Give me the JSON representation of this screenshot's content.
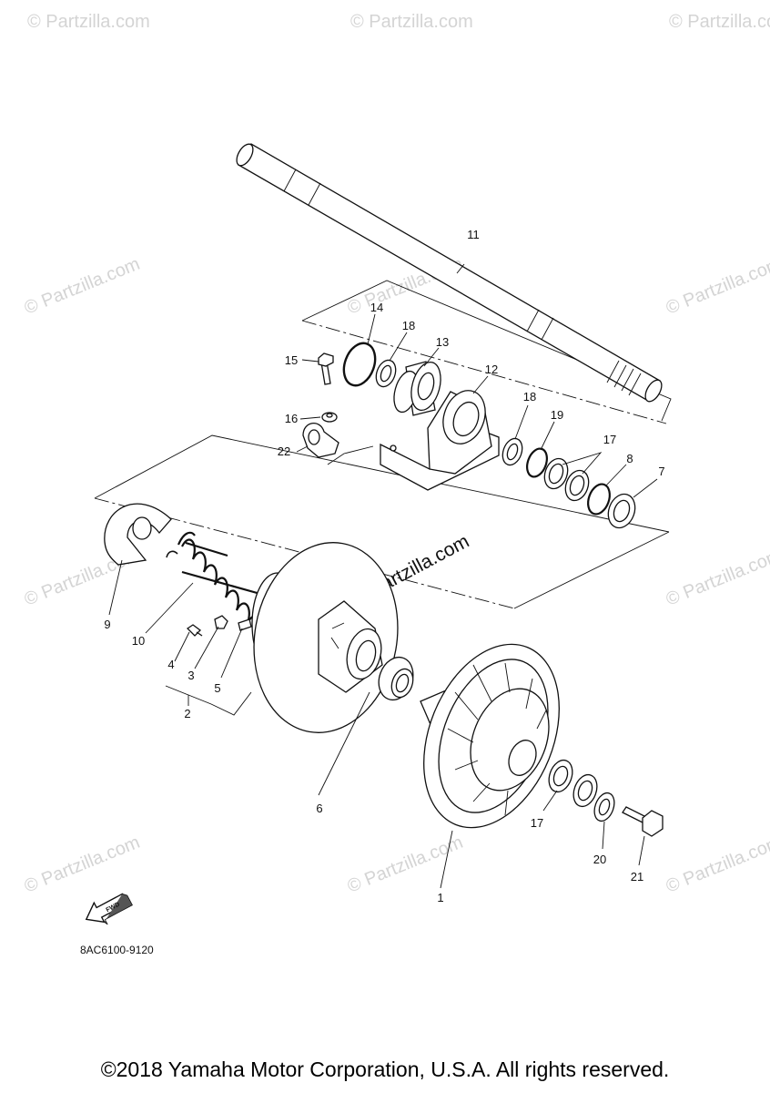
{
  "diagram": {
    "callouts": {
      "c1": "1",
      "c2": "2",
      "c3": "3",
      "c4": "4",
      "c5": "5",
      "c6": "6",
      "c7": "7",
      "c8": "8",
      "c9": "9",
      "c10": "10",
      "c11": "11",
      "c12": "12",
      "c13": "13",
      "c14": "14",
      "c15": "15",
      "c16": "16",
      "c17a": "17",
      "c17b": "17",
      "c18a": "18",
      "c18b": "18",
      "c19": "19",
      "c20": "20",
      "c21": "21",
      "c22": "22"
    },
    "fwd_label": "FWD",
    "drawing_code": "8AC6100-9120"
  },
  "watermark": {
    "text": "© Partzilla.com"
  },
  "footer": {
    "copyright": "©2018 Yamaha Motor Corporation, U.S.A. All rights reserved."
  }
}
